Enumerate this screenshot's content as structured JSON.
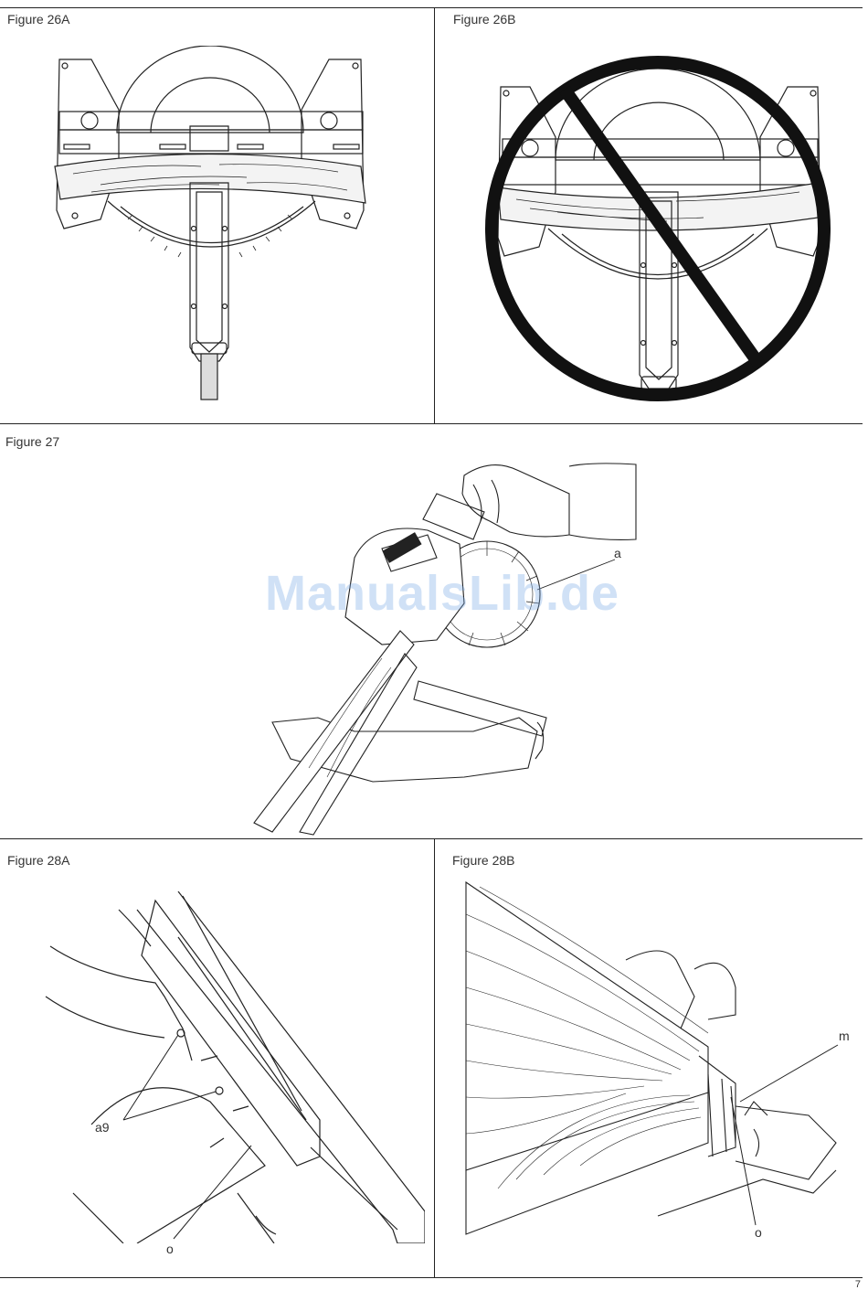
{
  "figures": {
    "fig26a": {
      "caption": "Figure 26A"
    },
    "fig26b": {
      "caption": "Figure 26B"
    },
    "fig27": {
      "caption": "Figure 27",
      "callout_a": "a"
    },
    "fig28a": {
      "caption": "Figure 28A",
      "callout_a9": "a9",
      "callout_o": "o"
    },
    "fig28b": {
      "caption": "Figure 28B",
      "callout_m": "m",
      "callout_o": "o"
    }
  },
  "watermark": "ManualsLib.de",
  "page_number": "7"
}
